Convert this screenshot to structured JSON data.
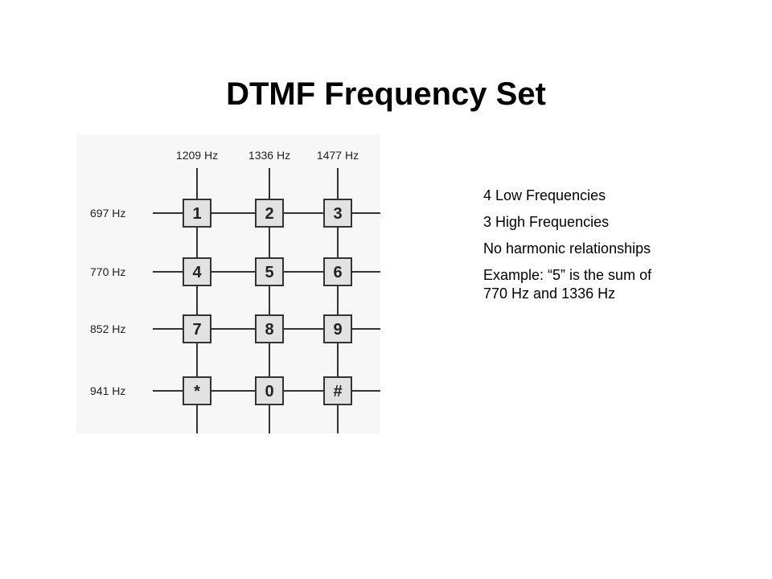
{
  "slide": {
    "title": "DTMF Frequency Set"
  },
  "diagram": {
    "high_frequencies": [
      "1209 Hz",
      "1336 Hz",
      "1477 Hz"
    ],
    "low_frequencies": [
      "697 Hz",
      "770 Hz",
      "852 Hz",
      "941 Hz"
    ],
    "keys": [
      [
        "1",
        "2",
        "3"
      ],
      [
        "4",
        "5",
        "6"
      ],
      [
        "7",
        "8",
        "9"
      ],
      [
        "*",
        "0",
        "#"
      ]
    ]
  },
  "notes": {
    "items": [
      "4 Low Frequencies",
      "3 High Frequencies",
      "No harmonic relationships",
      "Example: “5” is the sum of 770 Hz and 1336 Hz"
    ]
  }
}
